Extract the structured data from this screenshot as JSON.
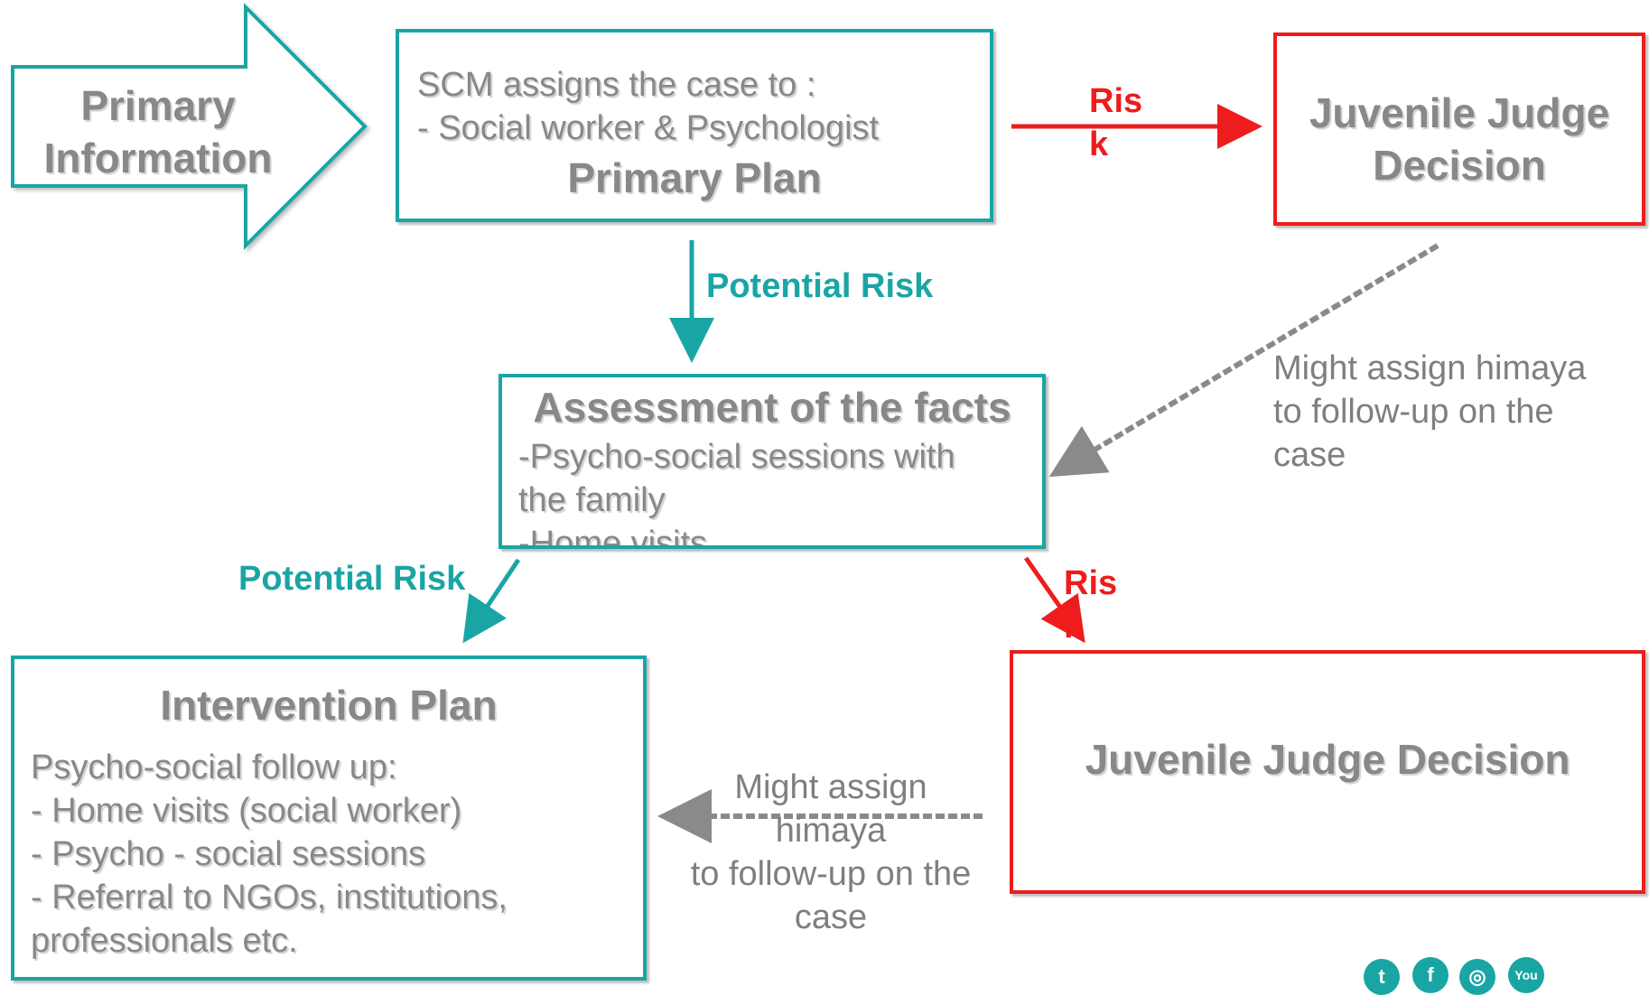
{
  "colors": {
    "teal": "#1aa5a5",
    "red": "#ee1c1c",
    "text_gray": "#808080"
  },
  "primary_info": {
    "line1": "Primary",
    "line2": "Information"
  },
  "primary_plan": {
    "line1": "SCM assigns the case to :",
    "line2": "- Social worker & Psychologist",
    "title": "Primary Plan"
  },
  "judge_top": {
    "line1": "Juvenile Judge",
    "line2": "Decision"
  },
  "arrow_labels": {
    "risk_top_1": "Ris",
    "risk_top_2": "k",
    "potential_risk_1": "Potential Risk",
    "potential_risk_2": "Potential Risk",
    "risk_mid_1": "Ris",
    "risk_mid_2": "k"
  },
  "assessment": {
    "title": "Assessment of the facts",
    "line1": "-Psycho-social sessions with",
    "line2": "the family",
    "line3": "-Home visits"
  },
  "might_assign_right": {
    "line1": "Might assign himaya",
    "line2": "to follow-up on the",
    "line3": "case"
  },
  "intervention": {
    "title": "Intervention Plan",
    "line1": "Psycho-social follow up:",
    "line2": "- Home visits (social worker)",
    "line3": "- Psycho - social sessions",
    "line4": "- Referral to NGOs, institutions,",
    "line5": "professionals etc."
  },
  "judge_bottom": {
    "title": "Juvenile Judge Decision"
  },
  "might_assign_bottom": {
    "line1": "Might assign",
    "line2": "himaya",
    "line3": "to follow-up on the",
    "line4": "case"
  },
  "footer": {
    "icons": [
      "twitter-icon",
      "facebook-icon",
      "instagram-icon",
      "youtube-icon"
    ],
    "twitter_glyph": "t",
    "facebook_glyph": "f",
    "instagram_glyph": "◎",
    "youtube_glyph": "You"
  }
}
